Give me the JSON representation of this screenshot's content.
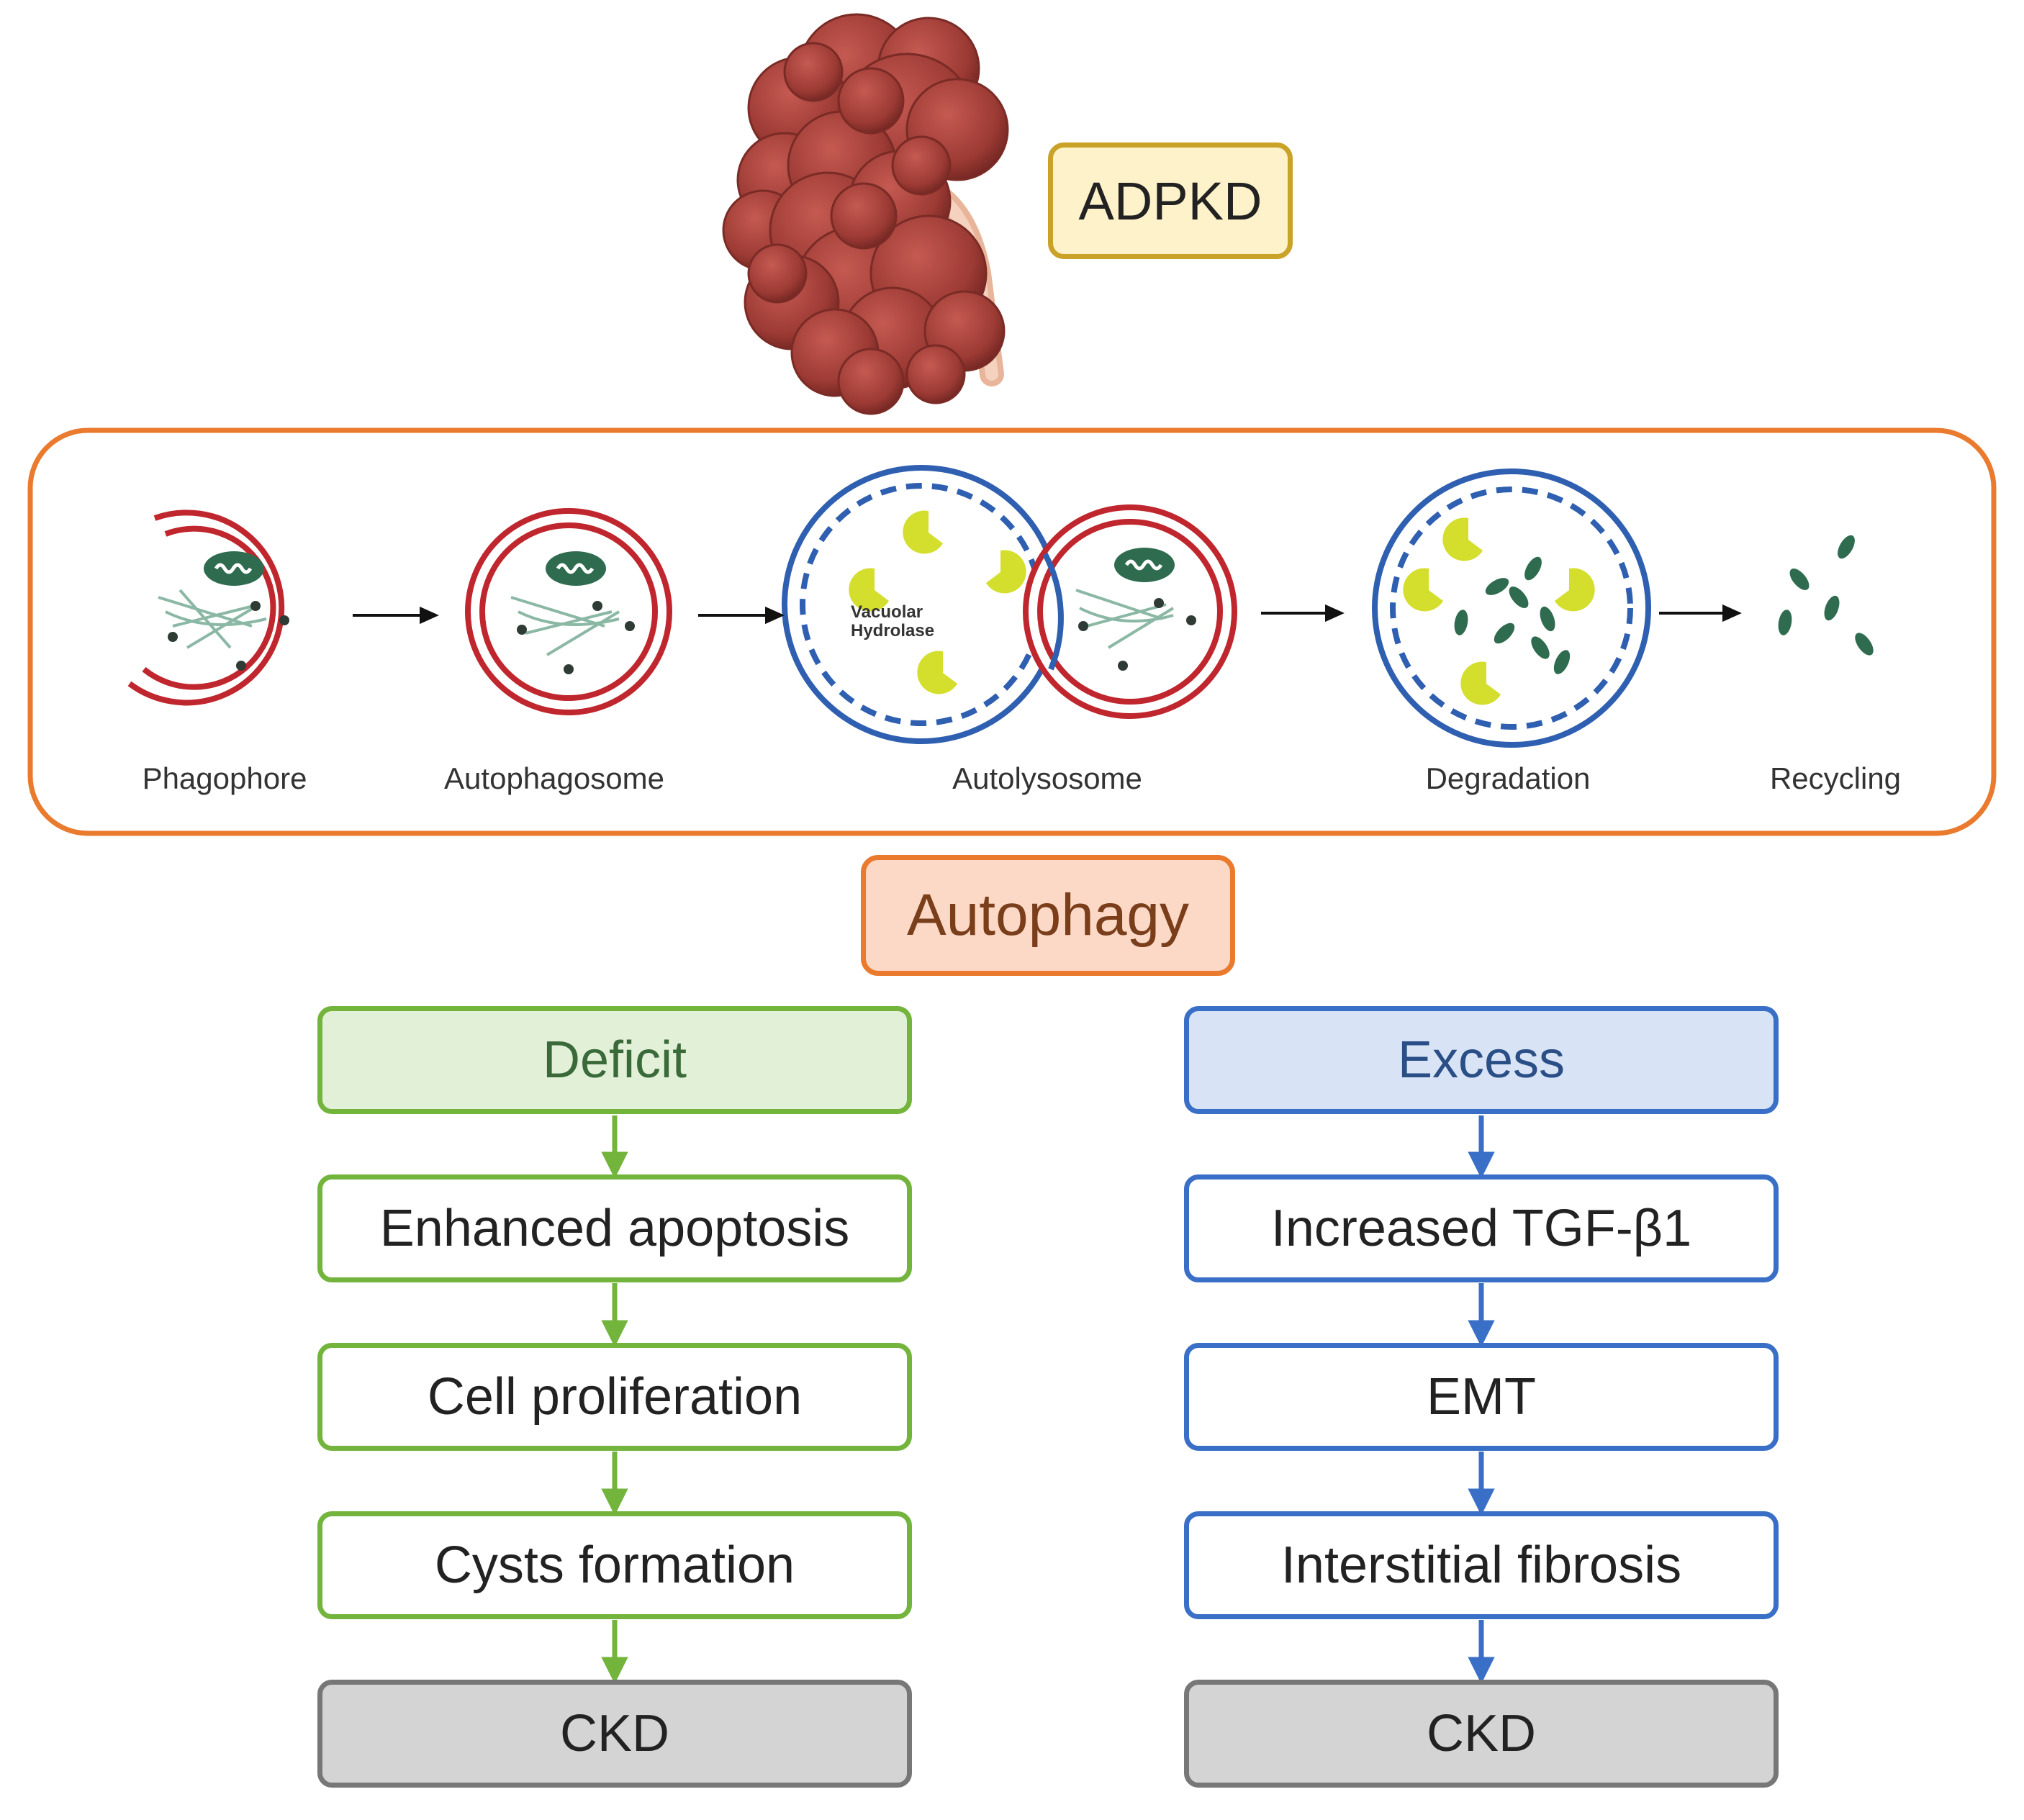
{
  "top_label": "ADPKD",
  "process": {
    "stages": [
      "Phagophore",
      "Autophagosome",
      "Autolysosome",
      "Degradation",
      "Recycling"
    ],
    "inner_label_line1": "Vacuolar",
    "inner_label_line2": "Hydrolase"
  },
  "center_label": "Autophagy",
  "left_branch": {
    "header": "Deficit",
    "steps": [
      "Enhanced apoptosis",
      "Cell proliferation",
      "Cysts formation"
    ],
    "outcome": "CKD"
  },
  "right_branch": {
    "header": "Excess",
    "steps": [
      "Increased TGF-β1",
      "EMT",
      "Interstitial fibrosis"
    ],
    "outcome": "CKD"
  },
  "colors": {
    "membrane_red": "#c0262d",
    "lysosome_blue": "#2f5fb0",
    "hydrolase_yellow": "#d4de2c",
    "cargo_green": "#2f6b4f",
    "kidney": "#a5403a",
    "panel_orange": "#e97a2e",
    "deficit_green": "#73b43d",
    "excess_blue": "#3a6fc8"
  }
}
